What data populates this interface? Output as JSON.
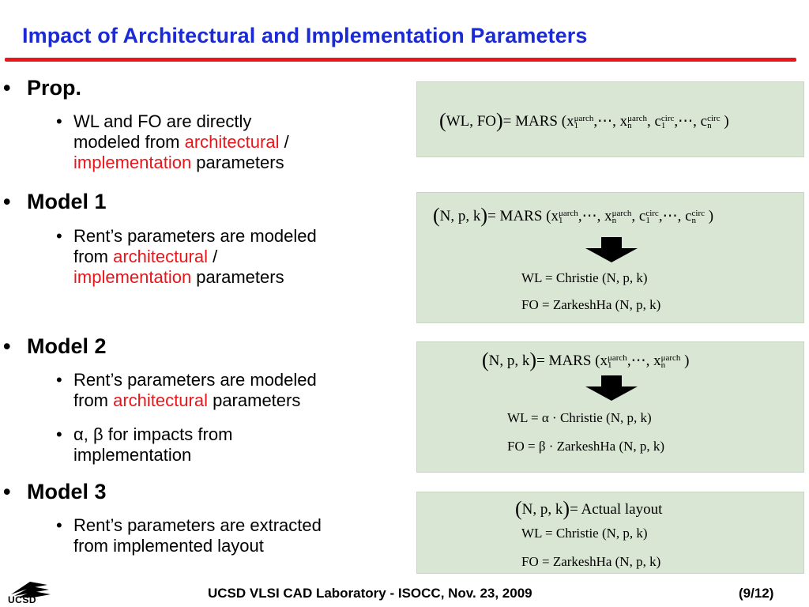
{
  "slide": {
    "title": "Impact of Architectural and Implementation Parameters",
    "footer": "UCSD VLSI CAD Laboratory  - ISOCC, Nov. 23, 2009",
    "page": "(9/12)",
    "logo_text": "UCSD"
  },
  "bullets": {
    "prop": {
      "heading": "Prop.",
      "sub": {
        "l1": "WL and FO are directly",
        "l2a": "modeled from ",
        "l2b": "architectural",
        "l2c": " /",
        "l3a": "implementation",
        "l3b": " parameters"
      }
    },
    "model1": {
      "heading": "Model 1",
      "sub": {
        "l1": "Rent’s parameters are modeled",
        "l2a": "from ",
        "l2b": "architectural",
        "l2c": " /",
        "l3a": "implementation",
        "l3b": " parameters"
      }
    },
    "model2": {
      "heading": "Model 2",
      "sub1": {
        "l1": "Rent’s parameters are modeled",
        "l2a": "from ",
        "l2b": "architectural",
        "l2c": " parameters"
      },
      "sub2": {
        "l1": "α, β for impacts from",
        "l2": "implementation"
      }
    },
    "model3": {
      "heading": "Model 3",
      "sub": {
        "l1": "Rent’s parameters are extracted",
        "l2": "from implemented layout"
      }
    }
  },
  "equations": {
    "box1": {
      "lhs": "WL, FO",
      "rhs": "= MARS (x",
      "sup1": "μarch",
      "sub1": "1",
      "mid1": ",⋯, x",
      "sup2": "μarch",
      "sub2": "n",
      "mid2": ", c",
      "sup3": "circ",
      "sub3": "1",
      "mid3": ",⋯, c",
      "sup4": "circ",
      "sub4": "n",
      "end": " )"
    },
    "box2": {
      "lhs": "N, p, k",
      "rhs": "= MARS (x",
      "sup1": "μarch",
      "sub1": "1",
      "mid1": ",⋯, x",
      "sup2": "μarch",
      "sub2": "n",
      "mid2": ", c",
      "sup3": "circ",
      "sub3": "1",
      "mid3": ",⋯, c",
      "sup4": "circ",
      "sub4": "n",
      "end": " )",
      "wl": "WL = Christie (N, p, k)",
      "fo": "FO = ZarkeshHa  (N, p, k)"
    },
    "box3": {
      "lhs": "N, p, k",
      "rhs": "= MARS (x",
      "sup1": "μarch",
      "sub1": "1",
      "mid1": ",⋯, x",
      "sup2": "μarch",
      "sub2": "n",
      "end": " )",
      "wl": "WL = α · Christie (N, p, k)",
      "fo": "FO = β · ZarkeshHa  (N, p, k)"
    },
    "box4": {
      "lhs": "N, p, k",
      "rhs": "= Actual   layout",
      "wl": "WL = Christie (N, p, k)",
      "fo": "FO = ZarkeshHa  (N, p, k)"
    }
  },
  "colors": {
    "title": "#1a2bd6",
    "accent_red": "#e8161b",
    "box_bg": "#d9e6d4"
  }
}
